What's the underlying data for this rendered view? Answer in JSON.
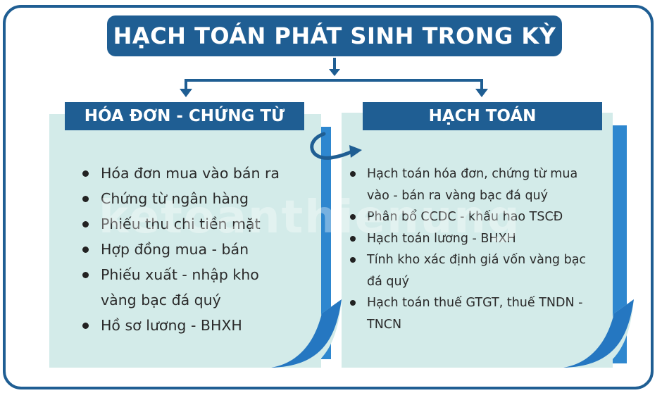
{
  "title": "HẠCH TOÁN PHÁT SINH TRONG KỲ",
  "left_panel": {
    "heading": "HÓA ĐƠN - CHỨNG TỪ",
    "items": [
      "Hóa đơn mua vào bán ra",
      "Chứng từ ngân hàng",
      "Phiếu thu chi tiền mặt",
      "Hợp đồng mua - bán",
      "Phiếu xuất - nhập kho vàng bạc đá quý",
      "Hồ sơ lương - BHXH"
    ]
  },
  "right_panel": {
    "heading": "HẠCH TOÁN",
    "items": [
      "Hạch toán hóa đơn, chứng từ mua vào - bán ra vàng bạc đá quý",
      "Phân bổ CCDC - khấu hao TSCĐ",
      "Hạch toán lương - BHXH",
      "Tính kho xác định giá vốn vàng bạc đá quý",
      "Hạch toán thuế GTGT, thuế TNDN - TNCN"
    ]
  },
  "watermark": "ketoanthienung",
  "colors": {
    "primary": "#1f5e93",
    "accent": "#2e87cf",
    "panel": "#d3ebe9"
  }
}
